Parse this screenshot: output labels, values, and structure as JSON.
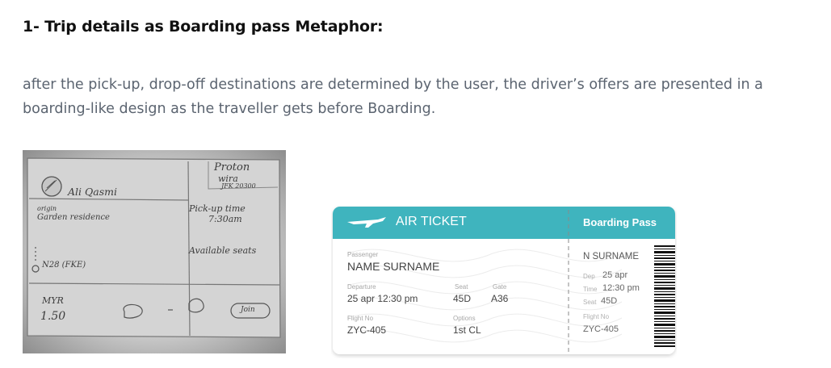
{
  "heading": "1- Trip details as Boarding pass Metaphor:",
  "paragraph": "after the pick-up, drop-off destinations are determined by the user, the driver’s offers are presented in a boarding-like design as the traveller gets before Boarding.",
  "sketch": {
    "driver_name": "Ali Qasmi",
    "car_line1": "Proton",
    "car_line2": "wira",
    "car_line3": "JFK 20300",
    "pickup_label": "Pick-up time",
    "pickup_time": "7:30am",
    "origin_label": "origin",
    "origin_value": "Garden residence",
    "destination": "N28 (FKE)",
    "seats_label": "Available seats",
    "currency": "MYR",
    "price": "1.50",
    "join_label": "Join"
  },
  "ticket": {
    "header_title": "AIR TICKET",
    "stub_title": "Boarding Pass",
    "passenger_label": "Passenger",
    "passenger_name": "NAME SURNAME",
    "departure_label": "Departure",
    "departure_value": "25 apr  12:30 pm",
    "seat_label": "Seat",
    "seat_value": "45D",
    "gate_label": "Gate",
    "gate_value": "A36",
    "flight_label": "Flight No",
    "flight_value": "ZYC-405",
    "options_label": "Options",
    "options_value": "1st CL",
    "stub_name": "N SURNAME",
    "stub_dep_label": "Dep",
    "stub_dep_value": "25 apr",
    "stub_time_label": "Time",
    "stub_time_value": "12:30 pm",
    "stub_seat_label": "Seat",
    "stub_seat_value": "45D",
    "stub_flight_label": "Flight No",
    "stub_flight_value": "ZYC-405",
    "accent_color": "#3fb4be",
    "plane_icon": "airplane-icon",
    "barcode_icon": "barcode-icon"
  }
}
